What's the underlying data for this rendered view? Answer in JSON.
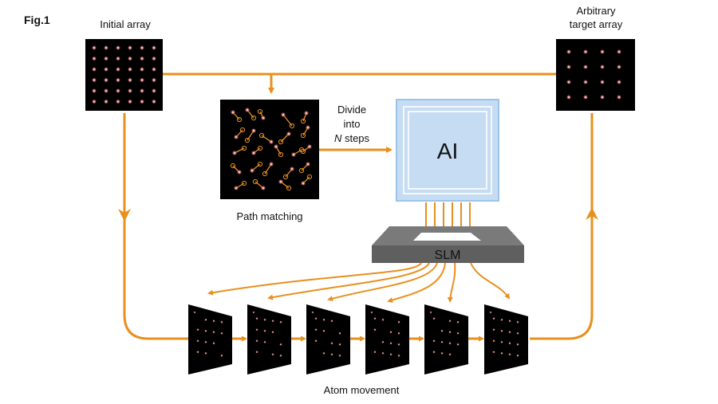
{
  "figure_label": "Fig.1",
  "initial_array": {
    "label": "Initial array"
  },
  "target_array": {
    "label_line1": "Arbitrary",
    "label_line2": "target array"
  },
  "path_matching": {
    "label": "Path matching"
  },
  "divide_step": {
    "line1": "Divide",
    "line2": "into",
    "line3_italic": "N",
    "line3_rest": " steps"
  },
  "ai_box": {
    "label": "AI"
  },
  "slm": {
    "label": "SLM"
  },
  "atom_movement": {
    "label": "Atom movement"
  },
  "colors": {
    "arrow": "#e8901e",
    "ai_fill": "#c5dcf3",
    "ai_border": "#9cc3e8",
    "slm_gray": "#6e6e6e",
    "atom": "#e88a8a",
    "panel": "#000000"
  }
}
